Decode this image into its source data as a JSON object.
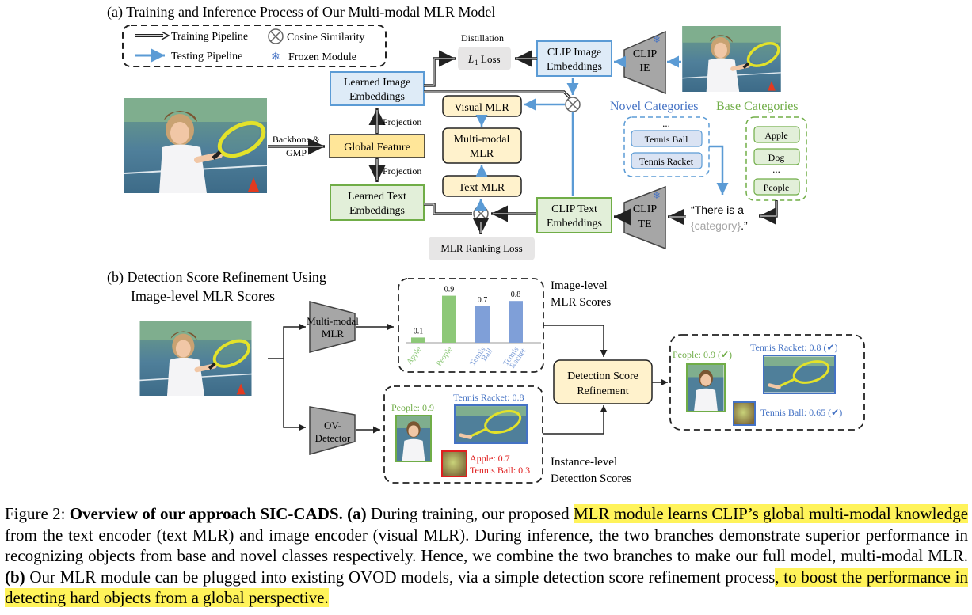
{
  "section_a_title": "(a) Training and Inference Process of Our Multi-modal MLR Model",
  "legend": {
    "training": "Training Pipeline",
    "testing": "Testing Pipeline",
    "cosine": "Cosine Similarity",
    "frozen": "Frozen Module"
  },
  "boxes": {
    "distillation": "Distillation",
    "l1_loss": "Loss",
    "clip_image_1": "CLIP Image",
    "clip_image_2": "Embeddings",
    "clip_ie_1": "CLIP",
    "clip_ie_2": "IE",
    "learned_image_1": "Learned Image",
    "learned_image_2": "Embeddings",
    "visual_mlr": "Visual MLR",
    "mm_mlr_1": "Multi-modal",
    "mm_mlr_2": "MLR",
    "text_mlr": "Text MLR",
    "projection_top": "Projection",
    "projection_bottom": "Projection",
    "backbone_1": "Backbone &",
    "backbone_2": "GMP",
    "global_feature": "Global Feature",
    "learned_text_1": "Learned Text",
    "learned_text_2": "Embeddings",
    "clip_text_1": "CLIP Text",
    "clip_text_2": "Embeddings",
    "clip_te_1": "CLIP",
    "clip_te_2": "TE",
    "ranking_loss": "MLR Ranking Loss",
    "novel_title": "Novel Categories",
    "base_title": "Base Categories",
    "novel_items": [
      "Tennis Ball",
      "Tennis Racket"
    ],
    "base_items": [
      "Apple",
      "Dog",
      "People"
    ],
    "ellipsis": "...",
    "prompt_1": "“There is a",
    "prompt_cat": "{category}",
    "prompt_end": ".”"
  },
  "section_b_title_1": "(b) Detection Score Refinement Using",
  "section_b_title_2": "Image-level MLR Scores",
  "part_b": {
    "mm_mlr_1": "Multi-modal",
    "mm_mlr_2": "MLR",
    "ov_1": "OV-",
    "ov_2": "Detector",
    "image_level_1": "Image-level",
    "image_level_2": "MLR Scores",
    "instance_level_1": "Instance-level",
    "instance_level_2": "Detection Scores",
    "refine_1": "Detection Score",
    "refine_2": "Refinement",
    "det_people": "People: 0.9",
    "det_racket": "Tennis Racket: 0.8",
    "det_apple": "Apple: 0.7",
    "det_ball": "Tennis Ball: 0.3",
    "res_people": "People: 0.9 (✔)",
    "res_racket": "Tennis Racket: 0.8 (✔)",
    "res_ball": "Tennis Ball: 0.65 (✔)"
  },
  "chart_data": {
    "type": "bar",
    "categories": [
      "Apple",
      "People",
      "Tennis Ball",
      "Tennis Racket"
    ],
    "values": [
      0.1,
      0.9,
      0.7,
      0.8
    ],
    "value_labels": [
      "0.1",
      "0.9",
      "0.7",
      "0.8"
    ],
    "category_groups": [
      "base",
      "base",
      "novel",
      "novel"
    ],
    "ylim": [
      0,
      1
    ],
    "colors": {
      "base": "#8dc878",
      "novel": "#7f9fd8"
    }
  },
  "caption": {
    "fig_label": "Figure 2:",
    "bold_title": "Overview of our approach SIC-CADS.",
    "a_label": "(a)",
    "t1": "During training, our proposed",
    "hl1": "MLR module learns CLIP’s global multi-modal knowledge",
    "t2": "from the text encoder (text MLR) and image encoder (visual MLR). During inference, the two branches demonstrate superior performance in recognizing objects from base and novel classes respectively. Hence, we combine the two branches to make our full model, multi-modal MLR.",
    "b_label": "(b)",
    "t3": "Our MLR module can be plugged into existing OVOD models, via a simple detection score refinement process",
    "hl2": ", to boost the performance in detecting hard objects from a global perspective."
  },
  "colors": {
    "blue_line": "#5b9bd5",
    "blue_box_border": "#5b9bd5",
    "green_box_border": "#70ad47",
    "orange_box": "#ffe699",
    "yellow_box": "#fff2cc",
    "gray_box": "#e7e6e6",
    "novel_text": "#4472c4",
    "base_text": "#70ad47",
    "red": "#e01f1f",
    "highlight": "#fff35a"
  }
}
